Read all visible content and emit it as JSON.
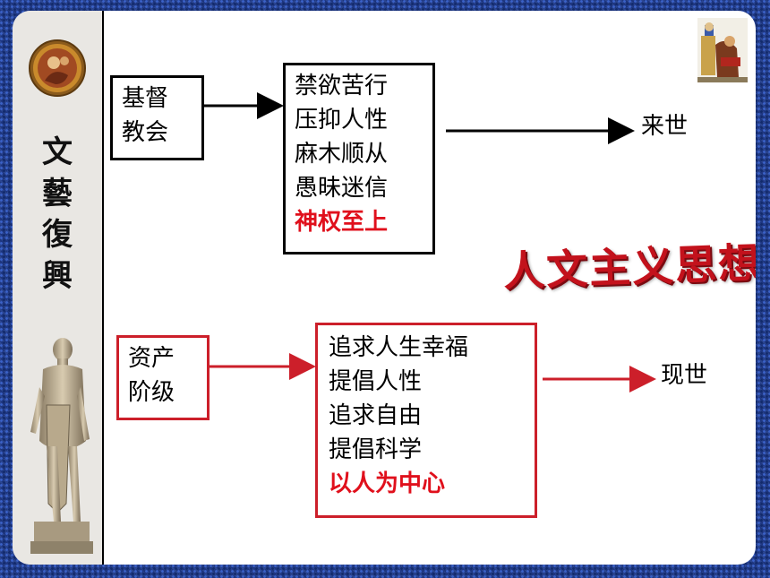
{
  "sidebar": {
    "title_chars": [
      "文",
      "藝",
      "復",
      "興"
    ]
  },
  "church": {
    "label": "基督教会",
    "label_lines": [
      "基督",
      "教会"
    ],
    "features": [
      "禁欲苦行",
      "压抑人性",
      "麻木顺从",
      "愚昧迷信"
    ],
    "highlight": "神权至上",
    "destination": "来世"
  },
  "bourgeoisie": {
    "label": "资产阶级",
    "label_lines": [
      "资产",
      "阶级"
    ],
    "features": [
      "追求人生幸福",
      "提倡人性",
      "追求自由",
      "提倡科学"
    ],
    "highlight": "以人为中心",
    "destination": "现世"
  },
  "central_title": "人文主义思想",
  "colors": {
    "accent_red": "#cc1f2a",
    "highlight_red": "#e0101c",
    "background_blue": "#1f3a8a"
  },
  "icons": [
    "medallion-icon",
    "statue-icon",
    "painting-icon"
  ]
}
